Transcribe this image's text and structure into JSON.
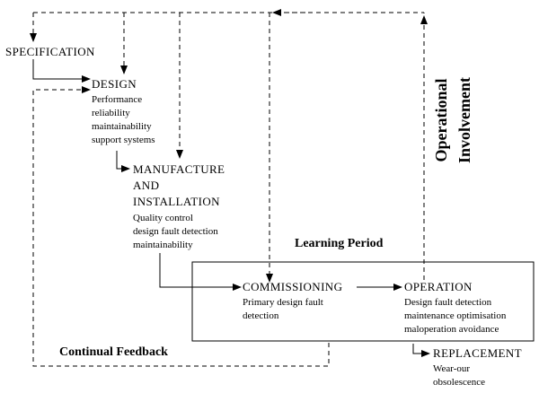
{
  "stages": {
    "specification": "SPECIFICATION",
    "design": "DESIGN",
    "manufacture": [
      "MANUFACTURE",
      "AND",
      "INSTALLATION"
    ],
    "commissioning": "COMMISSIONING",
    "operation": "OPERATION",
    "replacement": "REPLACEMENT"
  },
  "notes": {
    "design": [
      "Performance",
      "reliability",
      "maintainability",
      "support systems"
    ],
    "manufacture": [
      "Quality control",
      "design fault detection",
      "maintainability"
    ],
    "commissioning": [
      "Primary design fault",
      "detection"
    ],
    "operation": [
      "Design fault detection",
      "maintenance optimisation",
      "maloperation avoidance"
    ],
    "replacement": [
      "Wear-our",
      "obsolescence"
    ]
  },
  "labels": {
    "learning_period": "Learning Period",
    "continual_feedback": "Continual Feedback",
    "operational_involvement": [
      "Operational",
      "Involvement"
    ]
  }
}
